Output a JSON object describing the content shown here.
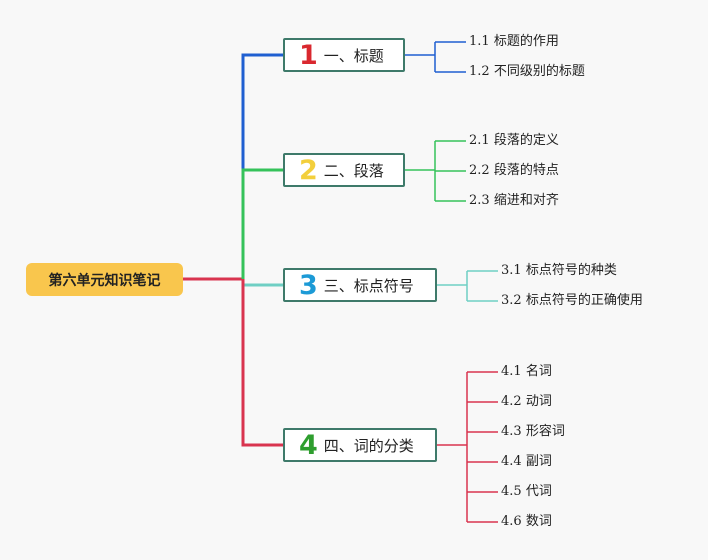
{
  "root": {
    "label": "第六单元知识笔记"
  },
  "branches": [
    {
      "number": "1",
      "label": "一、标题",
      "color": "#1f5fd1",
      "num_color": "#d9282f",
      "children": [
        {
          "num": "1.1",
          "text": "标题的作用"
        },
        {
          "num": "1.2",
          "text": "不同级别的标题"
        }
      ]
    },
    {
      "number": "2",
      "label": "二、段落",
      "color": "#35c25a",
      "num_color": "#f3cf3c",
      "children": [
        {
          "num": "2.1",
          "text": "段落的定义"
        },
        {
          "num": "2.2",
          "text": "段落的特点"
        },
        {
          "num": "2.3",
          "text": "缩进和对齐"
        }
      ]
    },
    {
      "number": "3",
      "label": "三、标点符号",
      "color": "#6fcfc4",
      "num_color": "#1c9ad6",
      "children": [
        {
          "num": "3.1",
          "text": "标点符号的种类"
        },
        {
          "num": "3.2",
          "text": "标点符号的正确使用"
        }
      ]
    },
    {
      "number": "4",
      "label": "四、词的分类",
      "color": "#d9344f",
      "num_color": "#2e9e2e",
      "children": [
        {
          "num": "4.1",
          "text": "名词"
        },
        {
          "num": "4.2",
          "text": "动词"
        },
        {
          "num": "4.3",
          "text": "形容词"
        },
        {
          "num": "4.4",
          "text": "副词"
        },
        {
          "num": "4.5",
          "text": "代词"
        },
        {
          "num": "4.6",
          "text": "数词"
        }
      ]
    }
  ],
  "colors": {
    "root_bg": "#f9c64d",
    "root_link": "#d9344f",
    "node_border": "#3e7a6a"
  }
}
